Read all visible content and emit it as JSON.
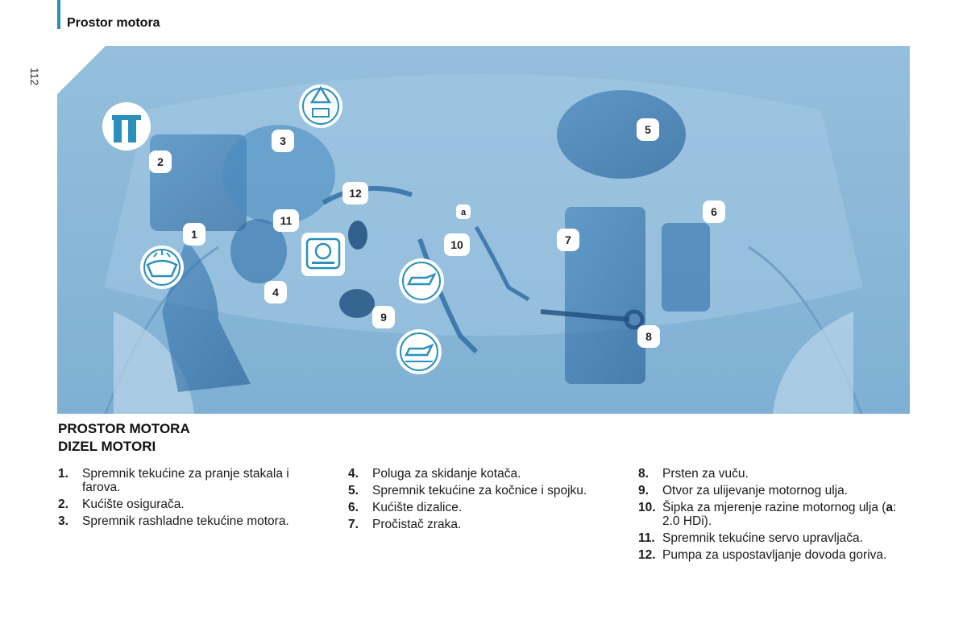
{
  "header": {
    "section_title": "Prostor motora",
    "page_number": "112"
  },
  "heading": {
    "line1": "PROSTOR MOTORA",
    "line2": "DIZEL MOTORI"
  },
  "colors": {
    "accent": "#2a8fbd",
    "illustration_bg": "#8ab7d8",
    "callout_fill": "#ffffff",
    "callout_text": "#222222"
  },
  "callouts": [
    {
      "label": "1"
    },
    {
      "label": "2"
    },
    {
      "label": "3"
    },
    {
      "label": "4"
    },
    {
      "label": "5"
    },
    {
      "label": "6"
    },
    {
      "label": "7"
    },
    {
      "label": "8"
    },
    {
      "label": "9"
    },
    {
      "label": "10"
    },
    {
      "label": "11"
    },
    {
      "label": "12"
    },
    {
      "label": "a"
    }
  ],
  "icons": [
    "fuse-box-icon",
    "washer-fluid-icon",
    "coolant-warning-icon",
    "power-steering-icon",
    "oil-can-icon",
    "oil-level-icon"
  ],
  "legend": {
    "col1": [
      {
        "num": "1.",
        "text": "Spremnik tekućine za pranje stakala i farova."
      },
      {
        "num": "2.",
        "text": "Kućište osigurača."
      },
      {
        "num": "3.",
        "text": "Spremnik rashladne tekućine motora."
      }
    ],
    "col2": [
      {
        "num": "4.",
        "text": "Poluga za skidanje kotača."
      },
      {
        "num": "5.",
        "text": "Spremnik tekućine za kočnice i spojku."
      },
      {
        "num": "6.",
        "text": "Kućište dizalice."
      },
      {
        "num": "7.",
        "text": "Pročistač zraka."
      }
    ],
    "col3": [
      {
        "num": "8.",
        "text": "Prsten za vuču."
      },
      {
        "num": "9.",
        "text": "Otvor za ulijevanje motornog ulja."
      },
      {
        "num": "10.",
        "text_pre": "Šipka za mjerenje razine motornog ulja (",
        "text_bold": "a",
        "text_post": ": 2.0 HDi)."
      },
      {
        "num": "11.",
        "text": "Spremnik tekućine servo upravljača."
      },
      {
        "num": "12.",
        "text": "Pumpa za uspostavljanje dovoda goriva."
      }
    ]
  }
}
